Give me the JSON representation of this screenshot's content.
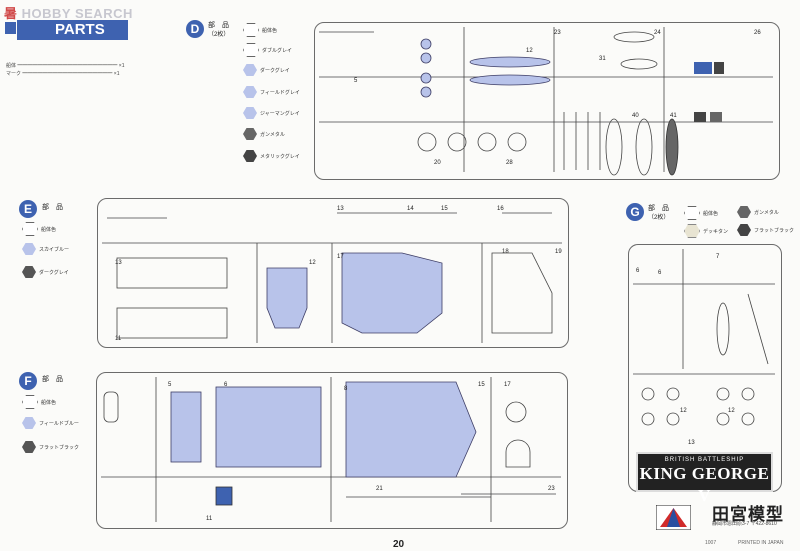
{
  "watermark": {
    "logo": "暑",
    "text": "HOBBY SEARCH"
  },
  "header": {
    "title": "PARTS"
  },
  "legend_top": {
    "line1": "船体 ━━━━━━━━━━━━━━━━━━━━ ×1",
    "line2": "マーク ━━━━━━━━━━━━━━━━━━ ×1"
  },
  "sections": {
    "D": {
      "letter": "D",
      "title": "部　品",
      "qty": "（2枚）",
      "legend": [
        "船体色",
        "ダブルグレイ",
        "ダークグレイ",
        "フィールドグレイ",
        "ジャーマングレイ",
        "ガンメタル",
        "メタリックグレイ"
      ]
    },
    "E": {
      "letter": "E",
      "title": "部　品",
      "legend": [
        "船体色",
        "スカイブルー",
        "ダークグレイ"
      ]
    },
    "F": {
      "letter": "F",
      "title": "部　品",
      "legend": [
        "船体色",
        "フィールドブルー",
        "フラットブラック"
      ]
    },
    "G": {
      "letter": "G",
      "title": "部　品",
      "qty": "（2枚）",
      "legend": [
        "船体色",
        "ガンメタル",
        "デッキタン",
        "フラットブラック"
      ]
    }
  },
  "box": {
    "subtitle": "BRITISH BATTLESHIP",
    "title": "KING GEORGE V"
  },
  "brand": {
    "name": "田宮模型",
    "address": "静岡市恩田原3-7 〒422-8610"
  },
  "footer": {
    "page": "20",
    "code": "1007",
    "printed": "PRINTED IN JAPAN"
  },
  "colors": {
    "accent": "#3e62b0",
    "part_fill": "#b8c3ea",
    "dark": "#555555"
  }
}
